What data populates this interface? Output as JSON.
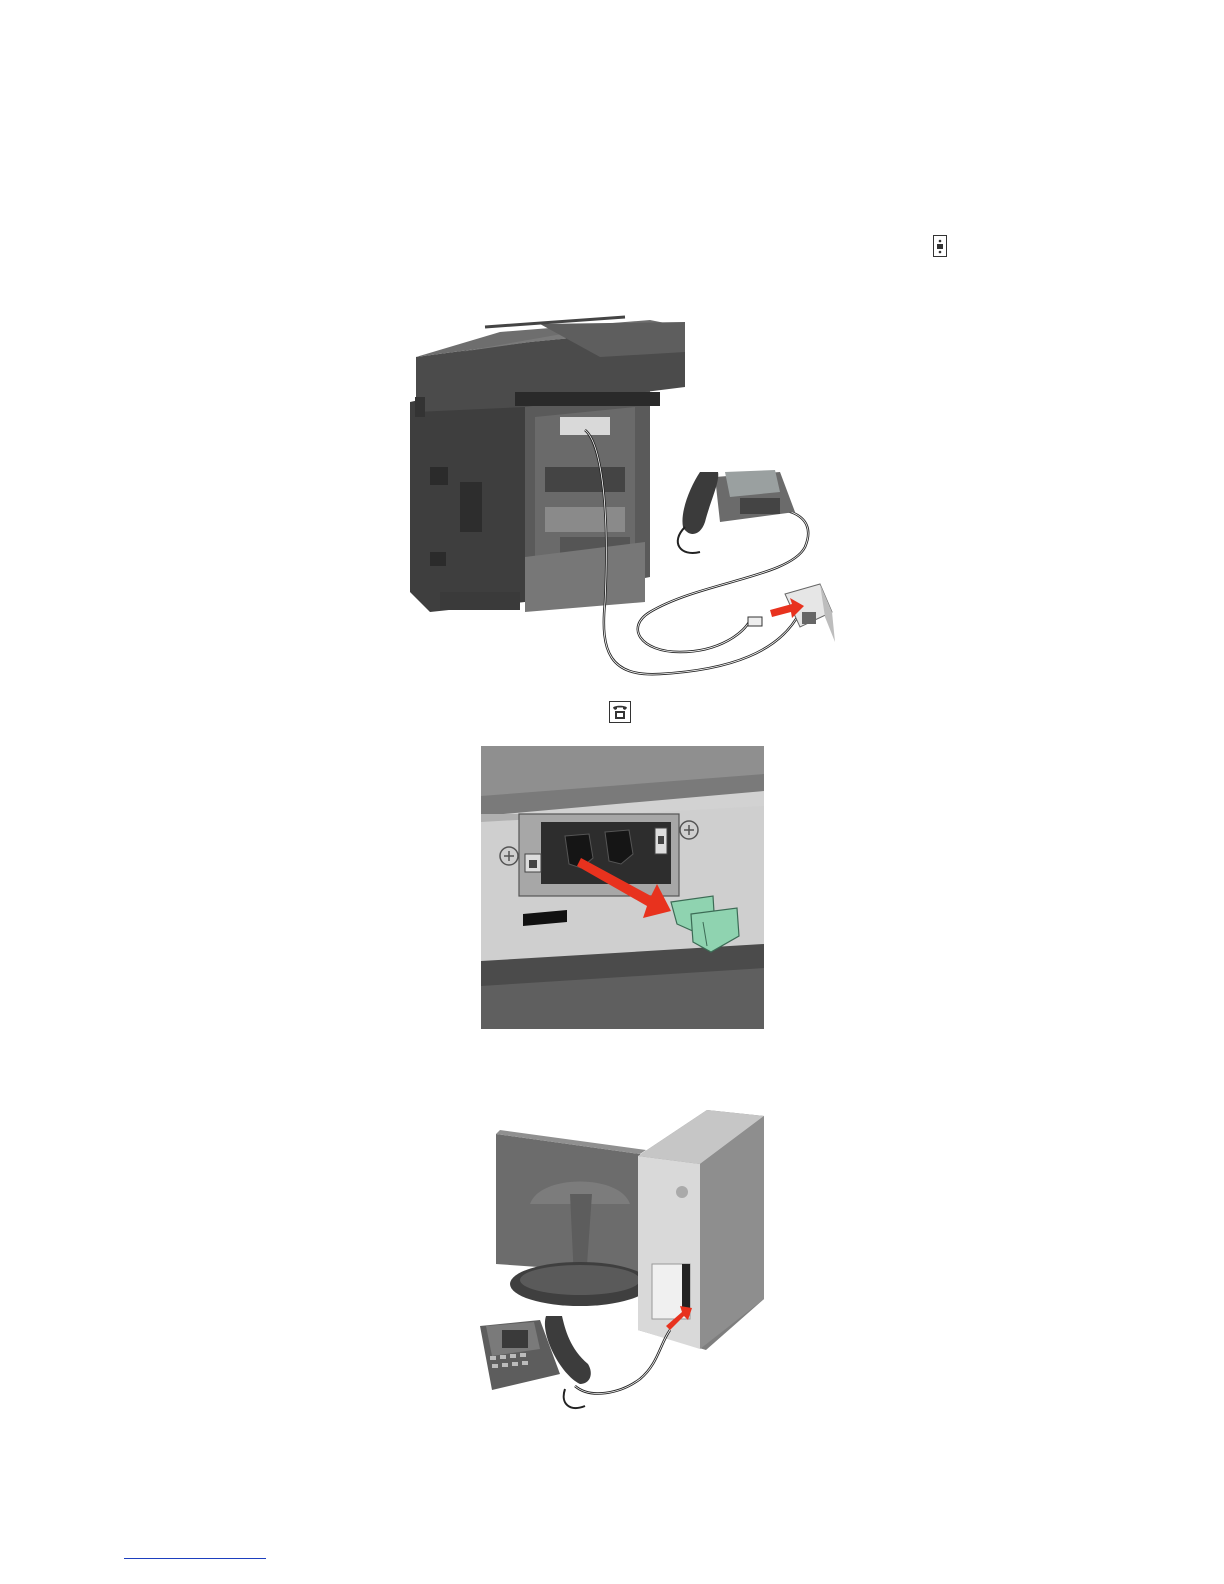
{
  "page": {
    "background": "#ffffff",
    "accent_line": "#1d3fbf"
  },
  "icons": {
    "wall_jack": "line-port-icon",
    "phone_port": "phone-port-icon"
  },
  "figures": [
    {
      "name": "printer-phone-wall-connection-figure",
      "depicts": "printer-icon"
    },
    {
      "name": "remove-port-plug-figure",
      "depicts": "port-plug-icon"
    },
    {
      "name": "computer-modem-phone-figure",
      "depicts": "computer-icon"
    }
  ],
  "colors": {
    "printer_body": "#4a4a4a",
    "arrow_red": "#e8321e",
    "plug_green": "#8fd3b0",
    "panel_gray": "#c9c9c9"
  }
}
